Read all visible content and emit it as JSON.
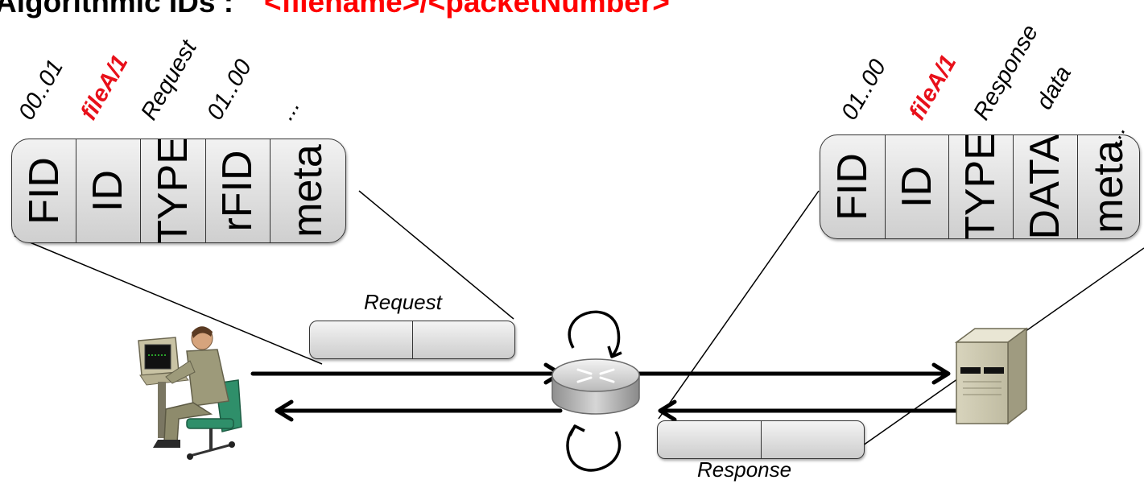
{
  "title": {
    "prefix": "Algorithmic IDs :",
    "pattern": "<filename>/<packetNumber>"
  },
  "request_packet": {
    "fields": [
      "FID",
      "ID",
      "TYPE",
      "rFID",
      "meta"
    ],
    "values": [
      "00..01",
      "fileA/1",
      "Request",
      "01..00",
      "..."
    ]
  },
  "response_packet": {
    "fields": [
      "FID",
      "ID",
      "TYPE",
      "DATA",
      "meta"
    ],
    "values": [
      "01..00",
      "fileA/1",
      "Response",
      "data",
      "..."
    ]
  },
  "flow": {
    "request_label": "Request",
    "response_label": "Response"
  },
  "nodes": {
    "client": "user-at-computer-icon",
    "router": "router-icon",
    "server": "server-icon"
  },
  "colors": {
    "highlight": "#e8101a",
    "packet_fill": "#dcdcdc",
    "outline": "#333333"
  }
}
